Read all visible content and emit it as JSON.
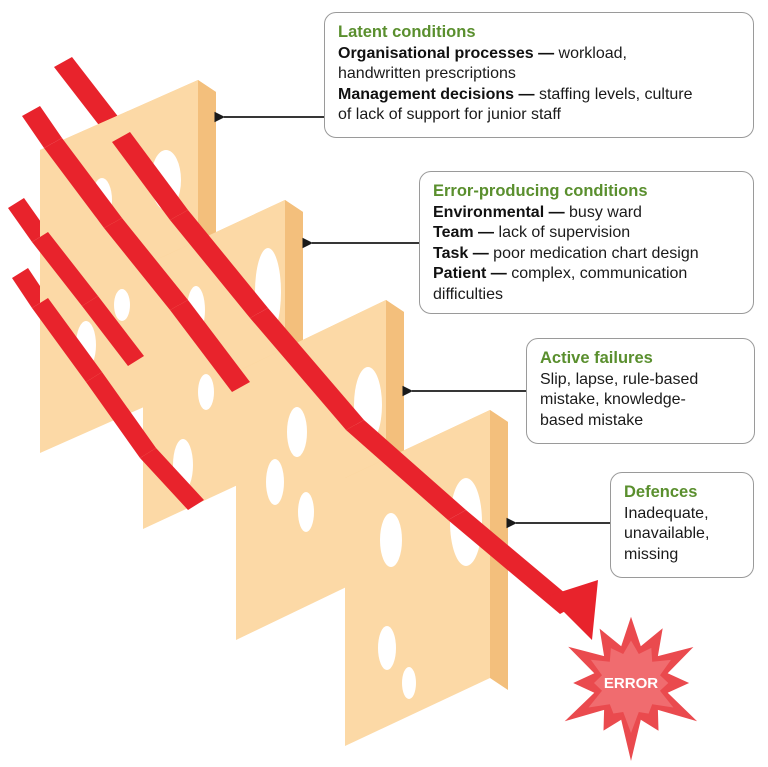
{
  "colors": {
    "slice_face": "#fcd9a6",
    "slice_edge": "#f3bf7c",
    "hole": "#ffffff",
    "arrow": "#e8232c",
    "heading": "#5a8f2e",
    "error_burst": "#ea4a4e"
  },
  "boxes": {
    "latent": {
      "title": "Latent conditions",
      "lines": [
        {
          "label": "Organisational processes —",
          "text": " workload,"
        },
        {
          "label": "",
          "text": "handwritten prescriptions"
        },
        {
          "label": "Management decisions —",
          "text": " staffing levels, culture"
        },
        {
          "label": "",
          "text": "of lack of support for junior staff"
        }
      ]
    },
    "error_producing": {
      "title": "Error-producing conditions",
      "lines": [
        {
          "label": "Environmental —",
          "text": " busy ward"
        },
        {
          "label": "Team —",
          "text": " lack of supervision"
        },
        {
          "label": "Task —",
          "text": " poor medication chart design"
        },
        {
          "label": "Patient —",
          "text": " complex, communication"
        },
        {
          "label": "",
          "text": "difficulties"
        }
      ]
    },
    "active": {
      "title": "Active failures",
      "lines": [
        {
          "label": "",
          "text": "Slip, lapse, rule-based"
        },
        {
          "label": "",
          "text": "mistake, knowledge-"
        },
        {
          "label": "",
          "text": "based mistake"
        }
      ]
    },
    "defences": {
      "title": "Defences",
      "lines": [
        {
          "label": "",
          "text": "Inadequate,"
        },
        {
          "label": "",
          "text": "unavailable,"
        },
        {
          "label": "",
          "text": "missing"
        }
      ]
    }
  },
  "error_label": "ERROR"
}
